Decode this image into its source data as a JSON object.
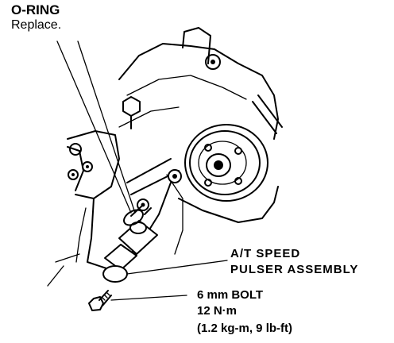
{
  "labels": {
    "oring_title": "O-RING",
    "oring_note": "Replace.",
    "pulser_line1": "A/T SPEED",
    "pulser_line2": "PULSER ASSEMBLY",
    "bolt_line1": "6 mm BOLT",
    "bolt_line2": "12 N·m",
    "bolt_line3": "(1.2 kg-m, 9 lb-ft)"
  },
  "colors": {
    "ink": "#000000",
    "paper": "#ffffff"
  }
}
